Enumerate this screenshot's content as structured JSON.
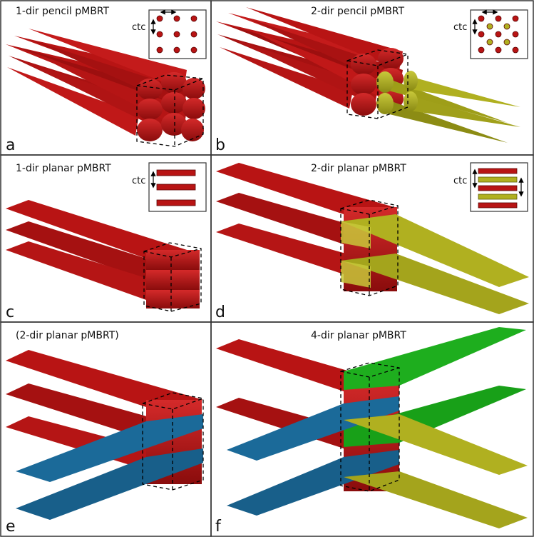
{
  "colors": {
    "red": "#b81414",
    "red_dark": "#7a0a0a",
    "yellow": "#b0b020",
    "yellow_dark": "#7c7c10",
    "blue": "#1b6a99",
    "blue_dark": "#114a6e",
    "green": "#1eae1e",
    "green_dark": "#128012",
    "frame": "#333333"
  },
  "panels": [
    {
      "label": "a",
      "title": "1-dir pencil pMBRT",
      "inset": "ctc"
    },
    {
      "label": "b",
      "title": "2-dir pencil pMBRT",
      "inset": "ctc"
    },
    {
      "label": "c",
      "title": "1-dir planar pMBRT",
      "inset": "ctc"
    },
    {
      "label": "d",
      "title": "2-dir planar pMBRT",
      "inset": "ctc"
    },
    {
      "label": "e",
      "title": "(2-dir planar pMBRT)"
    },
    {
      "label": "f",
      "title": "4-dir planar pMBRT"
    }
  ]
}
